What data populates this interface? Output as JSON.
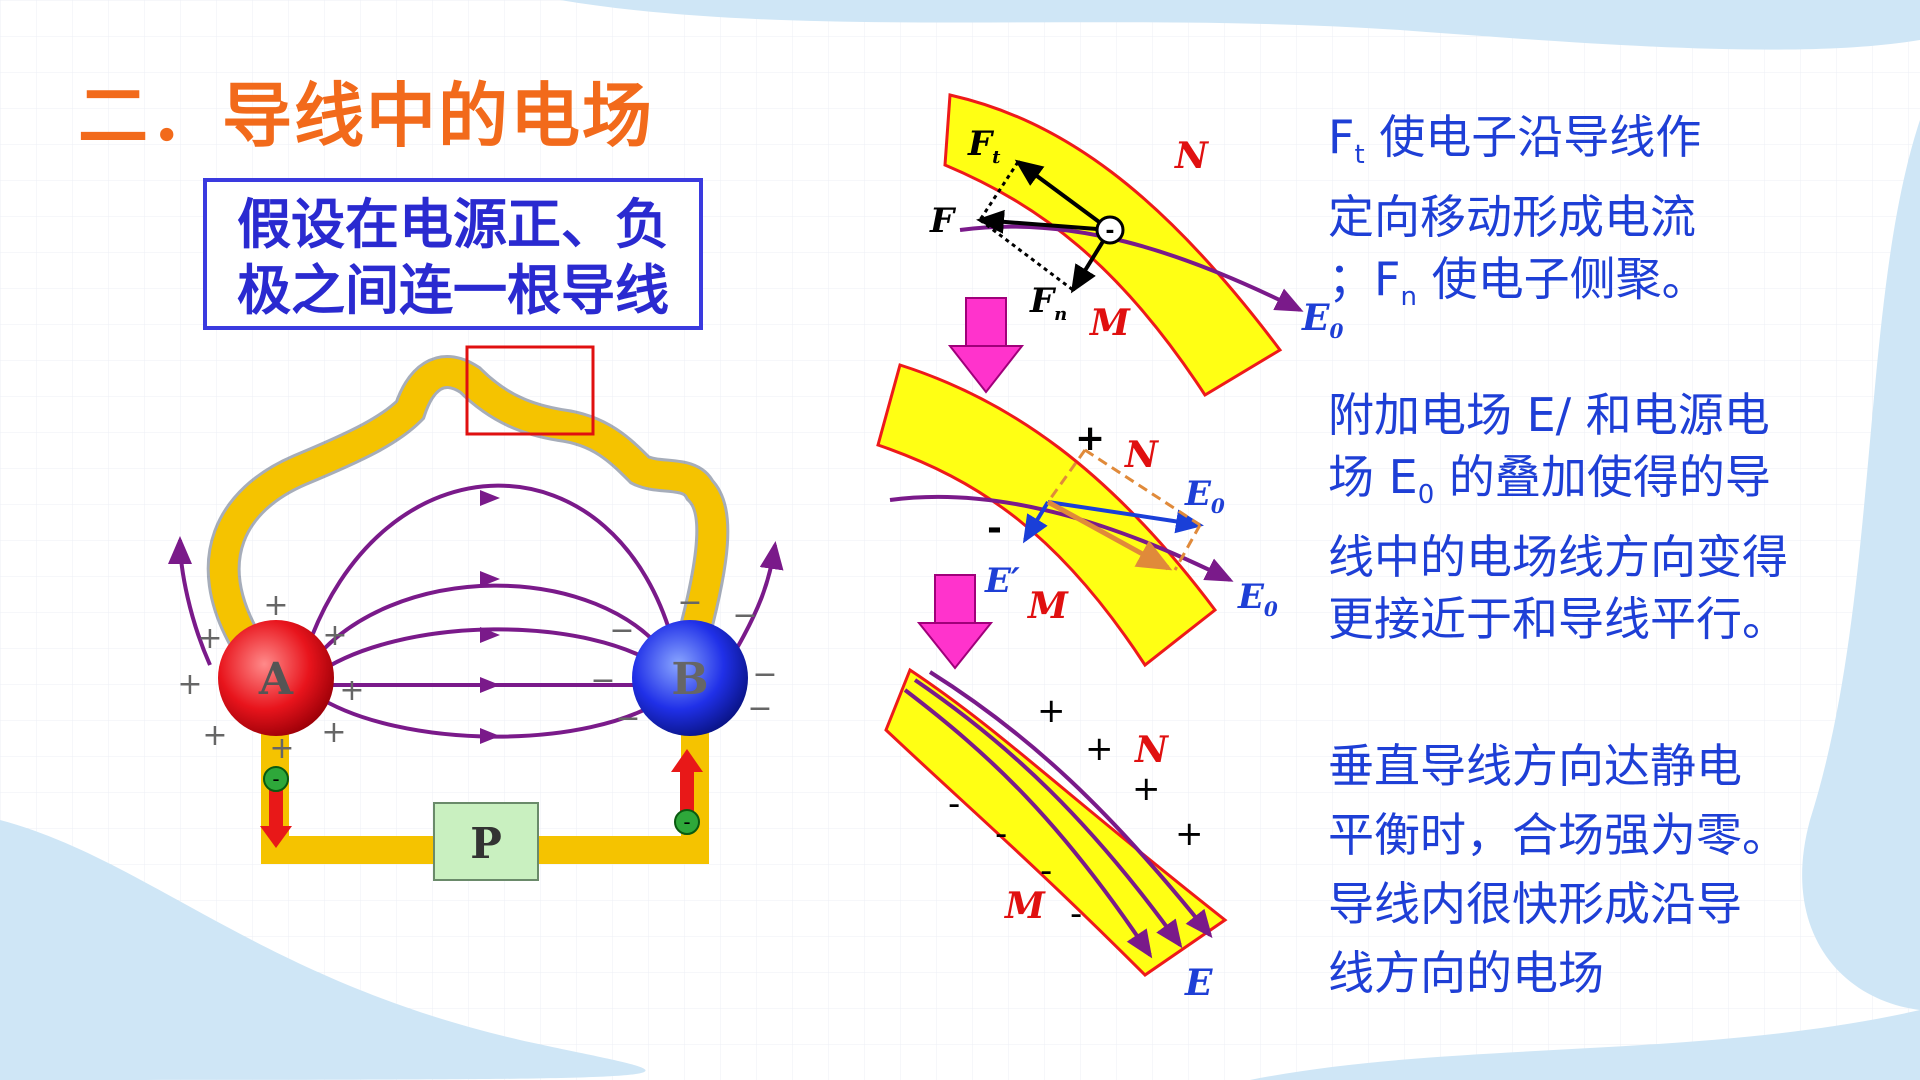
{
  "title": "二．导线中的电场",
  "premise": [
    "假设在电源正、负",
    "极之间连一根导线"
  ],
  "circuit": {
    "pole_a": "A",
    "pole_b": "B",
    "source": "P"
  },
  "panel1": {
    "labels": {
      "ft": "F",
      "ft_sub": "t",
      "f": "F",
      "fn": "F",
      "fn_sub": "n",
      "n": "N",
      "m": "M",
      "e0": "E",
      "e0_sub": "0",
      "electron": "-"
    },
    "text": {
      "line1_pre": "F",
      "line1_sub": "t",
      "line1_post": " 使电子沿导线作",
      "line2": "定向移动形成电流",
      "line3_pre": "；F",
      "line3_sub": "n",
      "line3_post": " 使电子侧聚。"
    }
  },
  "panel2": {
    "labels": {
      "n": "N",
      "m": "M",
      "e0": "E",
      "e0_sub": "0",
      "eprime": "E′",
      "plus": "+",
      "minus": "-"
    },
    "text": {
      "line1": "附加电场 E/ 和电源电",
      "line2_pre": "场 E",
      "line2_sub": "0",
      "line2_post": " 的叠加使得的导",
      "line3": "线中的电场线方向变得",
      "line4": "更接近于和导线平行。"
    }
  },
  "panel3": {
    "labels": {
      "n": "N",
      "m": "M",
      "e": "E",
      "plus": "+",
      "minus": "-"
    },
    "text": [
      "垂直导线方向达静电",
      "平衡时，合场强为零。",
      "导线内很快形成沿导",
      "线方向的电场"
    ]
  },
  "colors": {
    "title": "#f26a1b",
    "text_blue": "#1e3fd6",
    "wire": "#f5c300",
    "field_line": "#7a1a8a",
    "label_red": "#e01010",
    "arrow_magenta": "#ff33cc"
  }
}
